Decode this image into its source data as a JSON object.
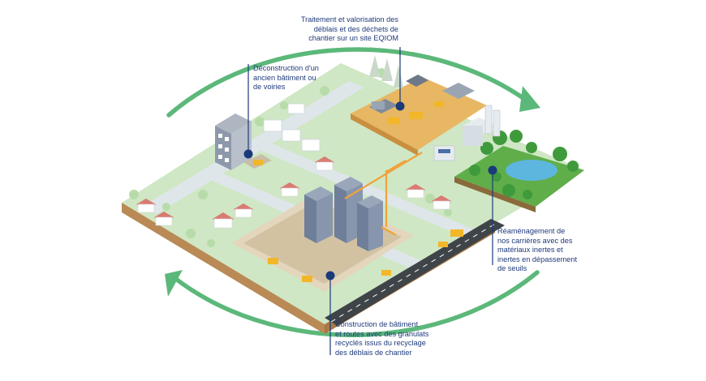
{
  "colors": {
    "cycle_arrow": "#5cb87a",
    "callout_text": "#1e3a7b",
    "marker": "#1b3a7a",
    "grass": "#cfe7c4",
    "road": "#dfe6ea",
    "sand": "#e7b764",
    "soil": "#b98a55",
    "forest": "#3f9a3c",
    "water": "#5db6de",
    "building": "#8d99ab",
    "crane": "#f0a23a"
  },
  "icons": [
    "recycling-cycle-arrow-icon",
    "callout-marker-icon",
    "tree-icon",
    "house-icon",
    "crane-icon",
    "excavator-icon",
    "truck-icon",
    "silo-icon"
  ],
  "callouts": {
    "treatment": {
      "lines": [
        "Traitement et valorisation des",
        "déblais et des déchets de",
        "chantier sur un site EQIOM"
      ]
    },
    "deconstruction": {
      "lines": [
        "Déconstruction d'un",
        "ancien bâtiment ou",
        "de voiries"
      ]
    },
    "quarry": {
      "lines": [
        "Réaménagement de",
        "nos carrières avec des",
        "matériaux inertes et",
        "inertes en dépassement",
        "de seuils"
      ]
    },
    "construction": {
      "lines": [
        "Construction de bâtiment",
        "et routes avec des granulats",
        "recyclés issus du recyclage",
        "des déblais de chantier"
      ]
    }
  }
}
